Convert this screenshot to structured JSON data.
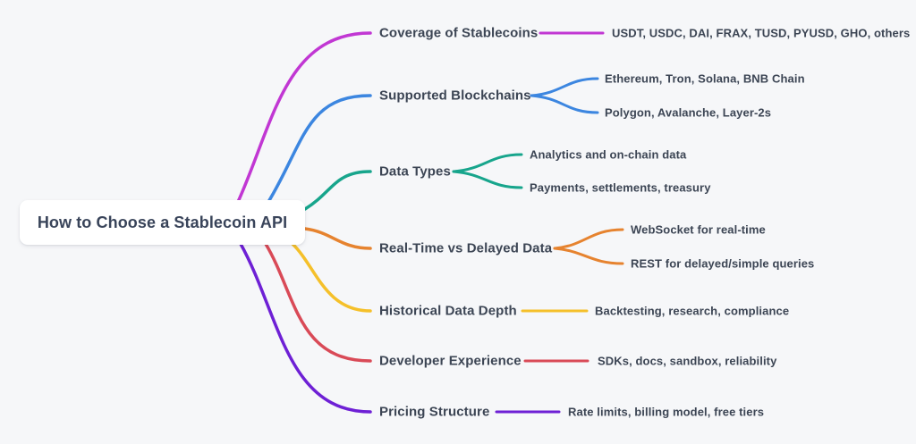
{
  "root": {
    "label": "How to Choose a Stablecoin API"
  },
  "branches": [
    {
      "label": "Coverage of Stablecoins",
      "color": "#c137d3",
      "children": [
        {
          "label": "USDT, USDC, DAI, FRAX, TUSD, PYUSD, GHO, others"
        }
      ]
    },
    {
      "label": "Supported Blockchains",
      "color": "#3c86e0",
      "children": [
        {
          "label": "Ethereum, Tron, Solana, BNB Chain"
        },
        {
          "label": "Polygon, Avalanche, Layer-2s"
        }
      ]
    },
    {
      "label": "Data Types",
      "color": "#17a58c",
      "children": [
        {
          "label": "Analytics and on-chain data"
        },
        {
          "label": "Payments, settlements, treasury"
        }
      ]
    },
    {
      "label": "Real-Time vs Delayed Data",
      "color": "#e6832f",
      "children": [
        {
          "label": "WebSocket for real-time"
        },
        {
          "label": "REST for delayed/simple queries"
        }
      ]
    },
    {
      "label": "Historical Data Depth",
      "color": "#f5c02a",
      "children": [
        {
          "label": "Backtesting, research, compliance"
        }
      ]
    },
    {
      "label": "Developer Experience",
      "color": "#d94a57",
      "children": [
        {
          "label": "SDKs, docs, sandbox, reliability"
        }
      ]
    },
    {
      "label": "Pricing Structure",
      "color": "#6e20d5",
      "children": [
        {
          "label": "Rate limits, billing model, free tiers"
        }
      ]
    }
  ]
}
